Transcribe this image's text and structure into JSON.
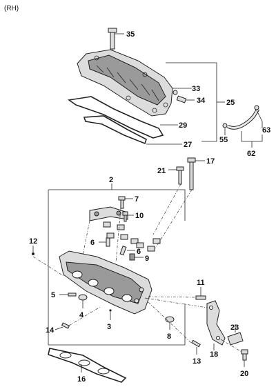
{
  "view_label": "(RH)",
  "callouts": {
    "c35": "35",
    "c33": "33",
    "c34": "34",
    "c25": "25",
    "c63": "63",
    "c29": "29",
    "c55": "55",
    "c27": "27",
    "c62": "62",
    "c21": "21",
    "c17": "17",
    "c2": "2",
    "c7": "7",
    "c10": "10",
    "c6a": "6",
    "c6b": "6",
    "c9": "9",
    "c12": "12",
    "c11": "11",
    "c5": "5",
    "c4": "4",
    "c3": "3",
    "c8": "8",
    "c23": "23",
    "c14": "14",
    "c18": "18",
    "c13": "13",
    "c20": "20",
    "c16": "16"
  }
}
